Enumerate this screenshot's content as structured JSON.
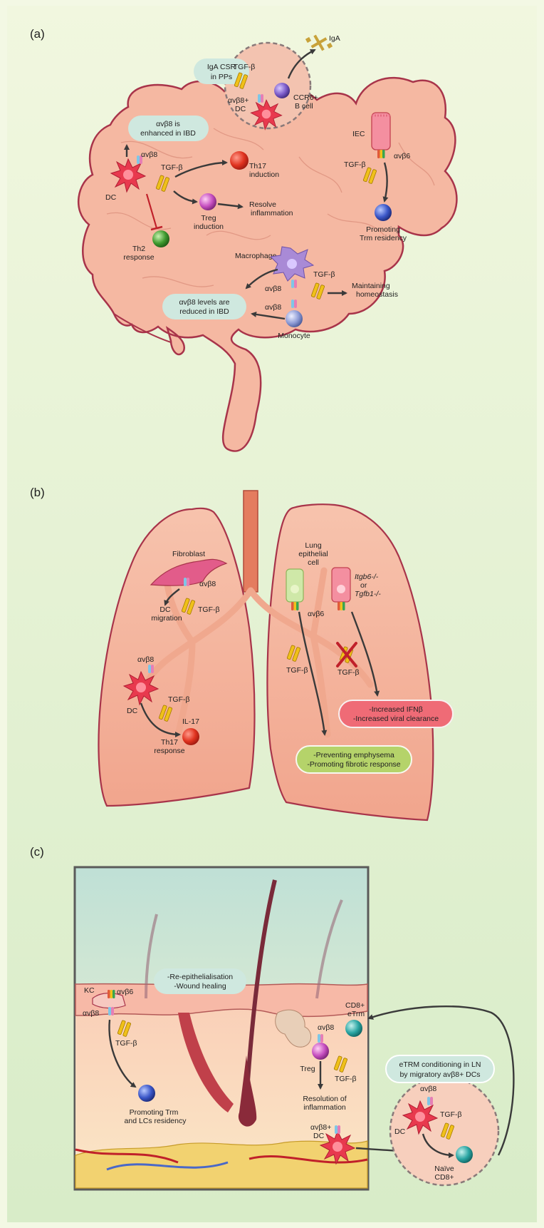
{
  "panels": {
    "a": {
      "label": "(a)",
      "igA_csr": [
        "IgA CSR",
        "in PPs"
      ],
      "iga": "IgA",
      "tgfb_top": "TGF-β",
      "dc_pp": [
        "αvβ8+",
        "DC"
      ],
      "ccr6": [
        "CCR6+",
        "B cell"
      ],
      "ibd_enh": [
        "αvβ8 is",
        "enhanced in IBD"
      ],
      "avb8": "αvβ8",
      "tgfb": "TGF-β",
      "dc": "DC",
      "th17": [
        "Th17",
        "induction"
      ],
      "treg": [
        "Treg",
        "induction"
      ],
      "resolve": [
        "Resolve",
        "inflammation"
      ],
      "th2": [
        "Th2",
        "response"
      ],
      "iec": "IEC",
      "avb6": "αvβ6",
      "trm": [
        "Promoting",
        "Trm residency"
      ],
      "macrophage": "Macrophage",
      "homeostasis": [
        "Maintaining",
        "homeostasis"
      ],
      "ibd_red": [
        "αvβ8 levels are",
        "reduced in IBD"
      ],
      "monocyte": "Monocyte"
    },
    "b": {
      "label": "(b)",
      "fibroblast": "Fibroblast",
      "dc_migration": [
        "DC",
        "migration"
      ],
      "lung_cell": [
        "Lung",
        "epithelial",
        "cell"
      ],
      "knockout": [
        "Itgb6-/-",
        "or",
        "Tgfb1-/-"
      ],
      "avb8": "αvβ8",
      "avb6": "αvβ6",
      "tgfb": "TGF-β",
      "dc": "DC",
      "il17": "IL-17",
      "th17": [
        "Th17",
        "response"
      ],
      "ifn_box": [
        "-Increased IFNβ",
        "-Increased viral clearance"
      ],
      "emph_box": [
        "-Preventing emphysema",
        "-Promoting fibrotic response"
      ]
    },
    "c": {
      "label": "(c)",
      "reepi_box": [
        "-Re-epithelialisation",
        "-Wound healing"
      ],
      "kc": "KC",
      "avb6": "αvβ6",
      "avb8": "αvβ8",
      "tgfb": "TGF-β",
      "trm_lc": [
        "Promoting Trm",
        "and LCs residency"
      ],
      "cd8_etrm": [
        "CD8+",
        "eTrm"
      ],
      "treg": "Treg",
      "resolution": [
        "Resolution of",
        "inflammation"
      ],
      "dc_avb8": [
        "αvβ8+",
        "DC"
      ],
      "etrm_box": [
        "eTRM conditioning in LN",
        "by migratory avβ8+ DCs"
      ],
      "dc": "DC",
      "naive": [
        "Naïve",
        "CD8+"
      ]
    }
  },
  "colors": {
    "background": "#f3f8e4",
    "organ_fill": "#f5b5a0",
    "organ_stroke": "#a8344a",
    "teal_box": "#cfe8df",
    "red_box": "#ef6b76",
    "green_box": "#b5d36a",
    "dc_red": "#e63a4d"
  }
}
